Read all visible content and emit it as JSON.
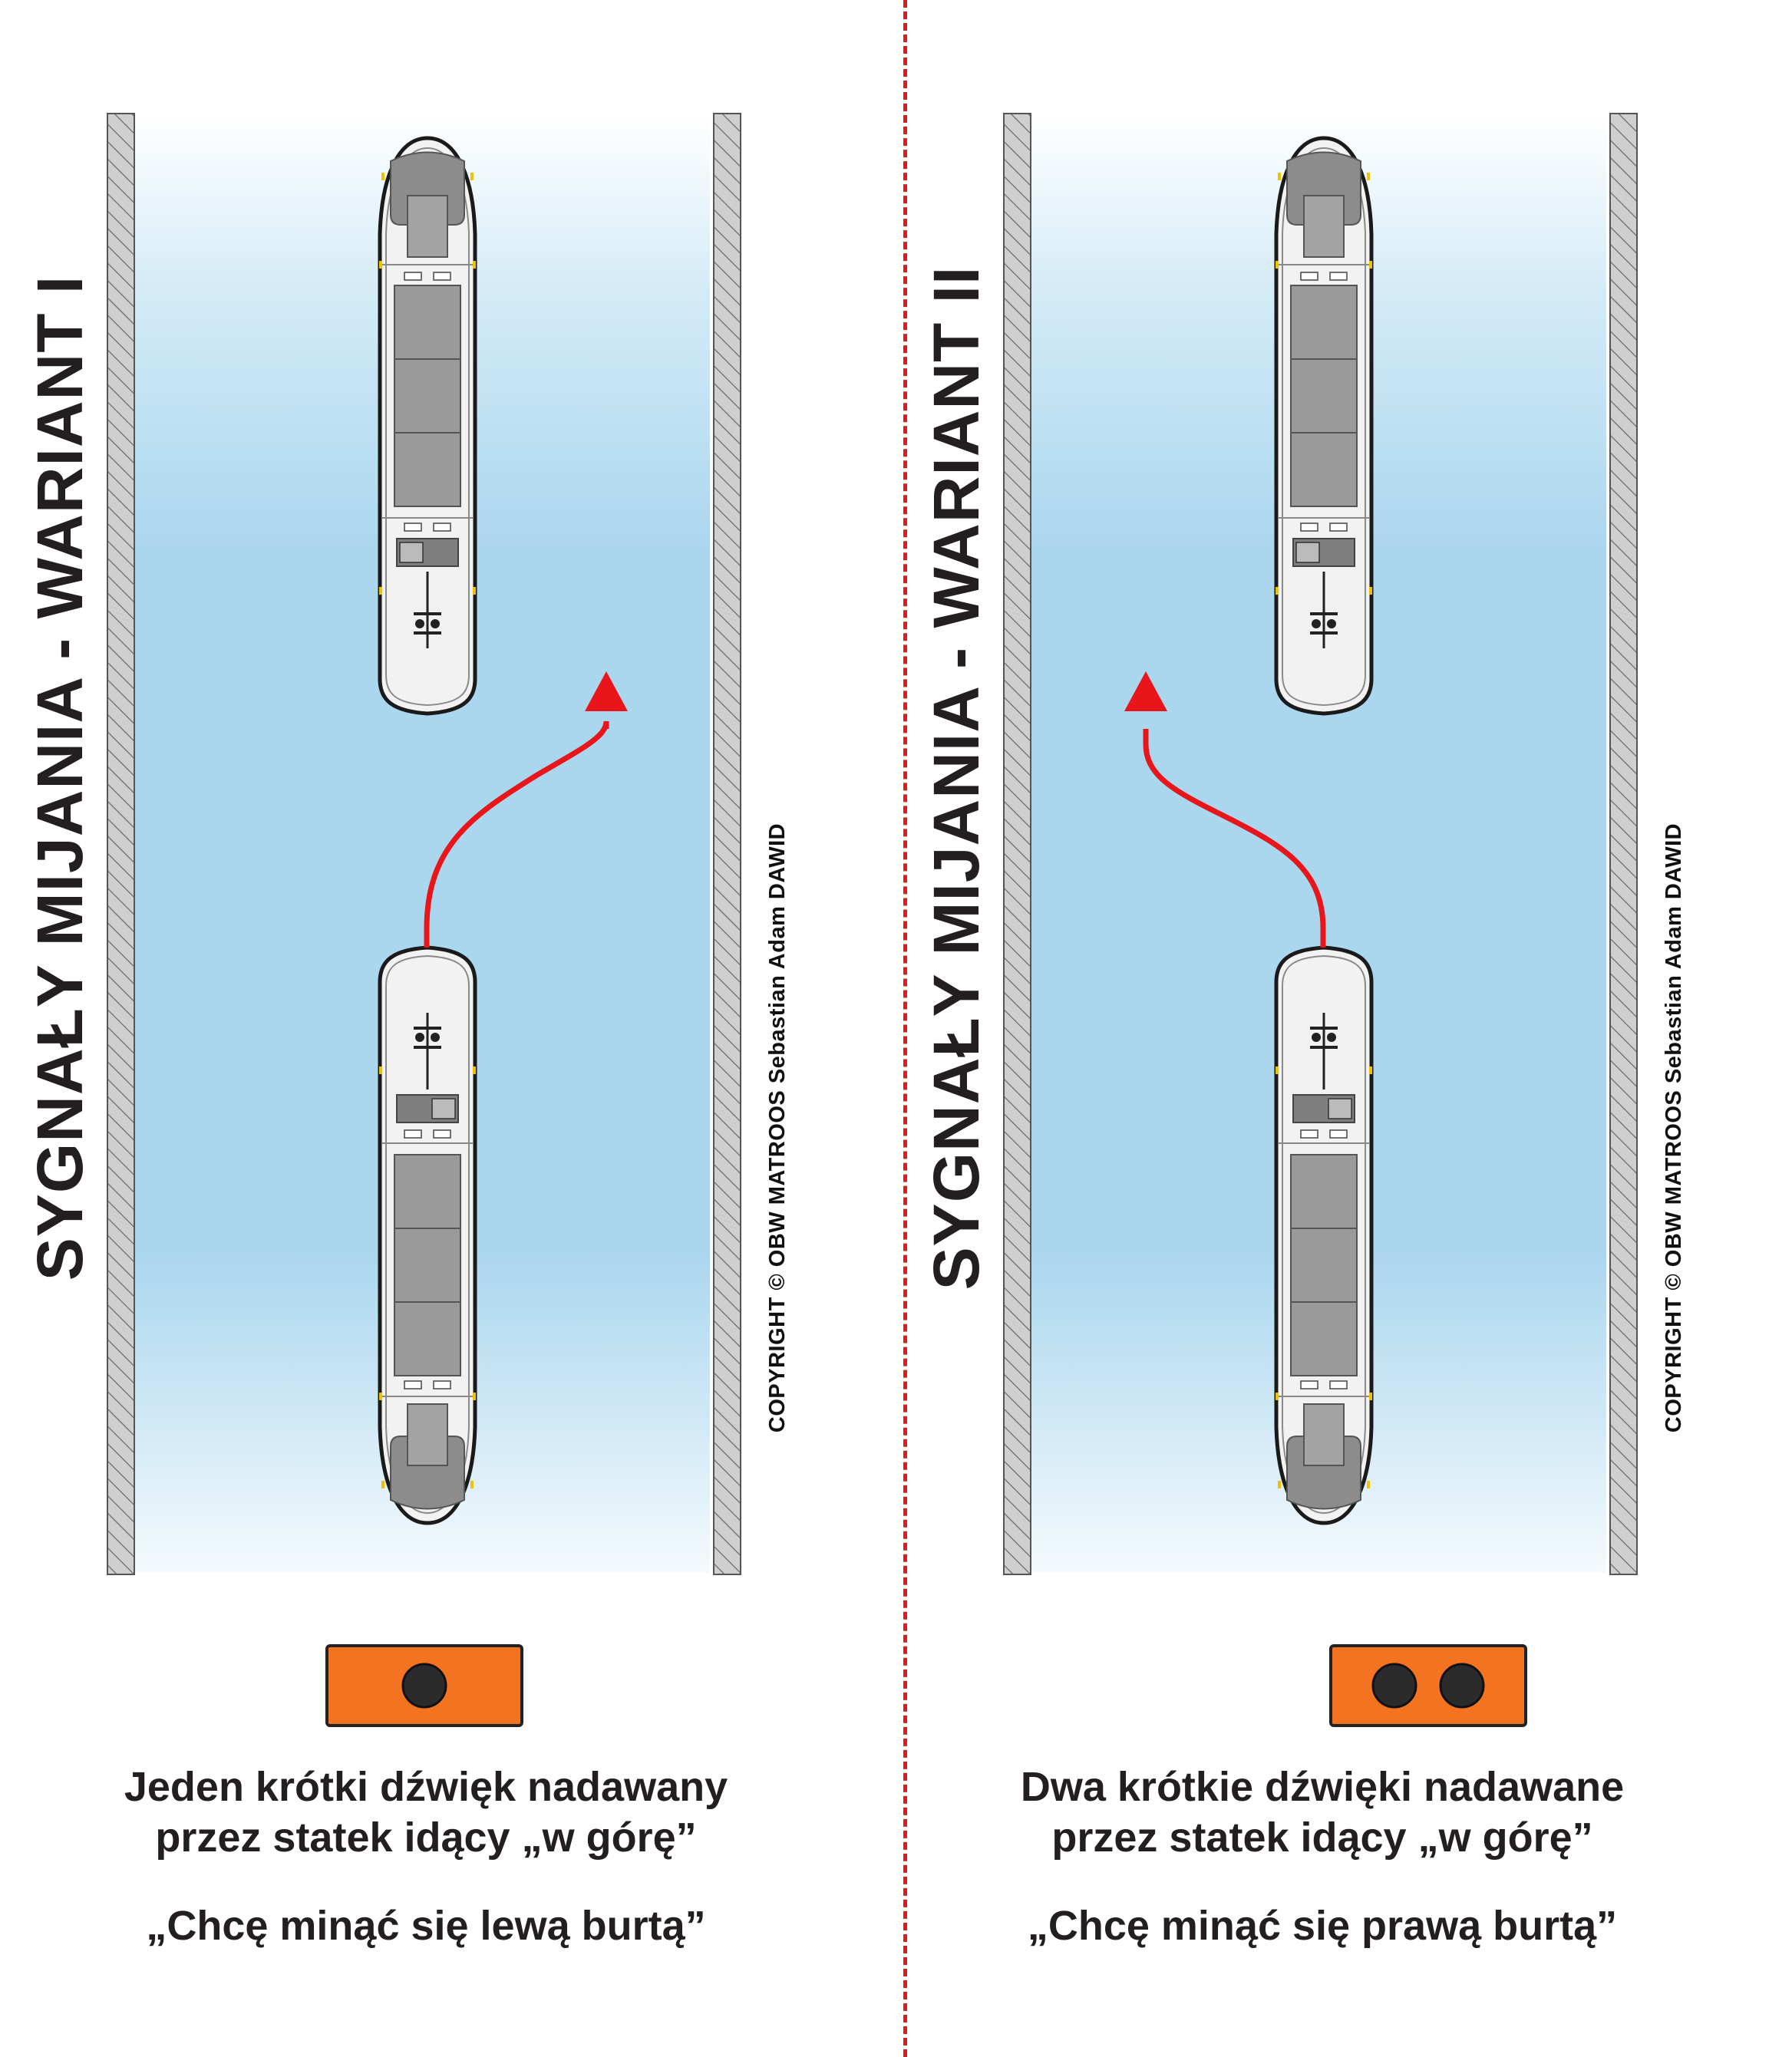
{
  "panels": [
    {
      "title": "SYGNAŁY MIJANIA - WARIANT I",
      "copyright": "COPYRIGHT © OBW MATROOS Sebastian Adam DAWID",
      "signal_blasts": 1,
      "turn_direction": "right",
      "description_line1": "Jeden krótki dźwięk nadawany",
      "description_line2": "przez statek idący „w górę”",
      "meaning": "„Chcę minąć się lewą burtą”"
    },
    {
      "title": "SYGNAŁY MIJANIA - WARIANT II",
      "copyright": "COPYRIGHT © OBW MATROOS Sebastian Adam DAWID",
      "signal_blasts": 2,
      "turn_direction": "left",
      "description_line1": "Dwa krótkie dźwięki nadawane",
      "description_line2": "przez statek idący „w górę”",
      "meaning": "„Chcę minąć się prawą burtą”"
    }
  ],
  "colors": {
    "arrow": "#e8151b",
    "divider": "#e01b1b",
    "signal_box": "#f47320",
    "water_light": "#e6f3fb",
    "water_dark": "#a9d6ee",
    "wall": "#c9c9c9"
  }
}
